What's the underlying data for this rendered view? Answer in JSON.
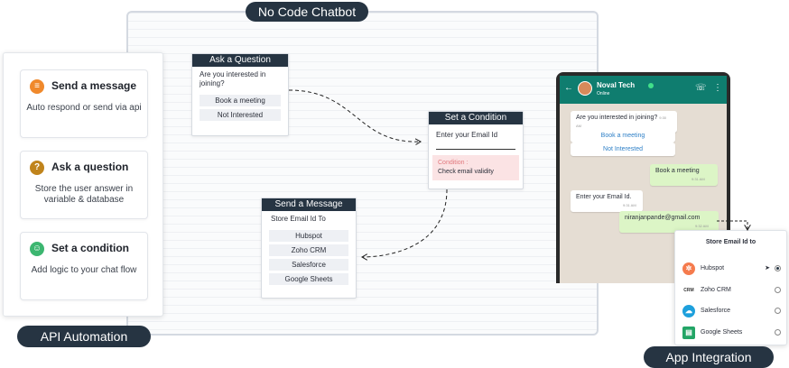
{
  "titles": {
    "top": "No Code Chatbot",
    "bottom_left": "API Automation",
    "bottom_right": "App Integration"
  },
  "features": [
    {
      "icon": "message-icon",
      "title": "Send a message",
      "desc": "Auto respond or send via api",
      "color": "#f0892b"
    },
    {
      "icon": "question-icon",
      "title": "Ask a question",
      "desc": "Store the user answer in variable & database",
      "color": "#c0841c"
    },
    {
      "icon": "condition-icon",
      "title": "Set a condition",
      "desc": "Add logic to your chat flow",
      "color": "#3cb670"
    }
  ],
  "nodes": {
    "ask": {
      "header": "Ask a Question",
      "text": "Are you interested in joining?",
      "options": [
        "Book a meeting",
        "Not Interested"
      ]
    },
    "condition": {
      "header": "Set a Condition",
      "text": "Enter your Email Id",
      "cond_label": "Condition :",
      "cond_text": "Check email validity"
    },
    "send": {
      "header": "Send a Message",
      "text": "Store Email Id To",
      "options": [
        "Hubspot",
        "Zoho CRM",
        "Salesforce",
        "Google Sheets"
      ]
    }
  },
  "phone": {
    "name": "Noval Tech",
    "status": "Online",
    "messages": {
      "q1": "Are you interested in joining?",
      "q1_time": "9:30 AM",
      "btn1": "Book a meeting",
      "btn2": "Not Interested",
      "a1": "Book a meeting",
      "a1_time": "9:31 AM",
      "q2": "Enter your Email Id.",
      "q2_time": "9:31 AM",
      "a2": "niranjanpande@gmail.com",
      "a2_time": "9:32 AM"
    }
  },
  "apps": {
    "title": "Store Email Id to",
    "items": [
      {
        "name": "Hubspot",
        "icon": "hubspot-icon",
        "color": "#f57b4d",
        "selected": true
      },
      {
        "name": "Zoho CRM",
        "icon": "zoho-icon",
        "color": "#e9a23b",
        "selected": false
      },
      {
        "name": "Salesforce",
        "icon": "salesforce-icon",
        "color": "#1ea0dc",
        "selected": false
      },
      {
        "name": "Google Sheets",
        "icon": "google-sheets-icon",
        "color": "#23a566",
        "selected": false
      }
    ]
  }
}
